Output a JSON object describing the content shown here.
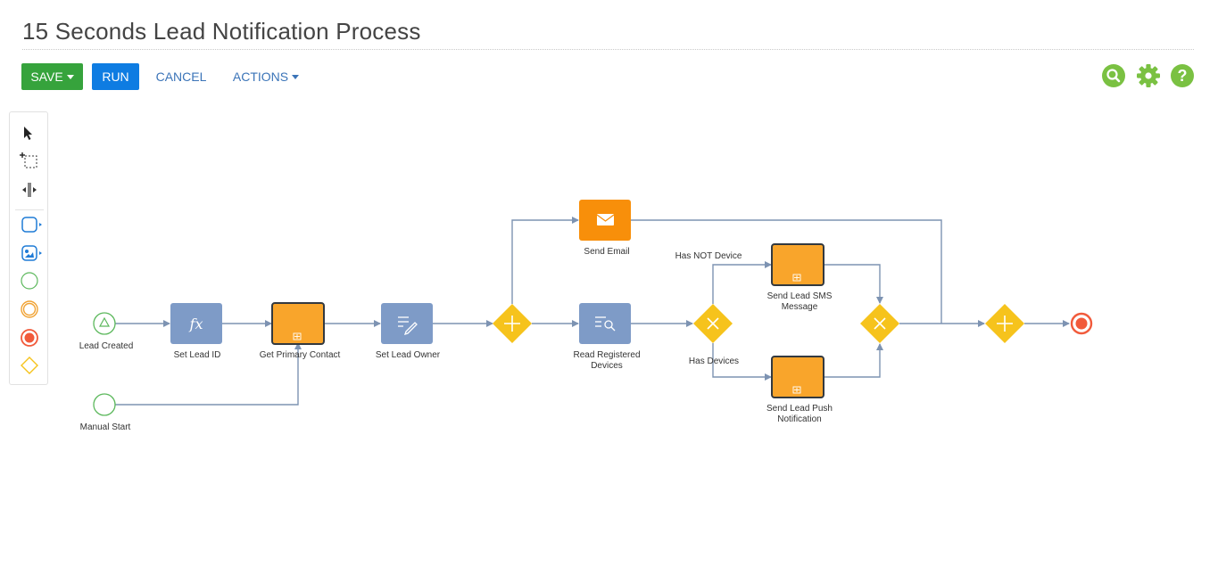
{
  "page": {
    "title": "15 Seconds Lead Notification Process"
  },
  "toolbar": {
    "save_label": "SAVE",
    "run_label": "RUN",
    "cancel_label": "CANCEL",
    "actions_label": "ACTIONS"
  },
  "top_icons": [
    "search-icon",
    "gear-icon",
    "help-icon"
  ],
  "palette": [
    "pointer-icon",
    "lasso-select-icon",
    "space-tool-icon",
    "task-icon",
    "user-task-icon",
    "start-event-icon",
    "intermediate-event-icon",
    "end-event-icon",
    "gateway-icon"
  ],
  "diagram": {
    "lead_created": "Lead Created",
    "manual_start": "Manual Start",
    "set_lead_id": "Set Lead ID",
    "get_primary_contact": "Get Primary Contact",
    "set_lead_owner": "Set Lead Owner",
    "send_email": "Send Email",
    "read_registered_devices_1": "Read Registered",
    "read_registered_devices_2": "Devices",
    "has_not_device": "Has NOT Device",
    "has_devices": "Has Devices",
    "send_lead_sms_1": "Send Lead SMS",
    "send_lead_sms_2": "Message",
    "send_lead_push_1": "Send Lead Push",
    "send_lead_push_2": "Notification"
  },
  "colors": {
    "save": "#36a33c",
    "run": "#0e7ce2",
    "link": "#3b74b8",
    "gateway": "#f6c31c",
    "subprocess": "#f9a52b",
    "email_task": "#f88f0a",
    "script_task": "#7e9bc7",
    "start_event": "#5cb85c",
    "end_event": "#f15a3b",
    "flow": "#7d93b2",
    "top_icons": "#7ac142"
  }
}
